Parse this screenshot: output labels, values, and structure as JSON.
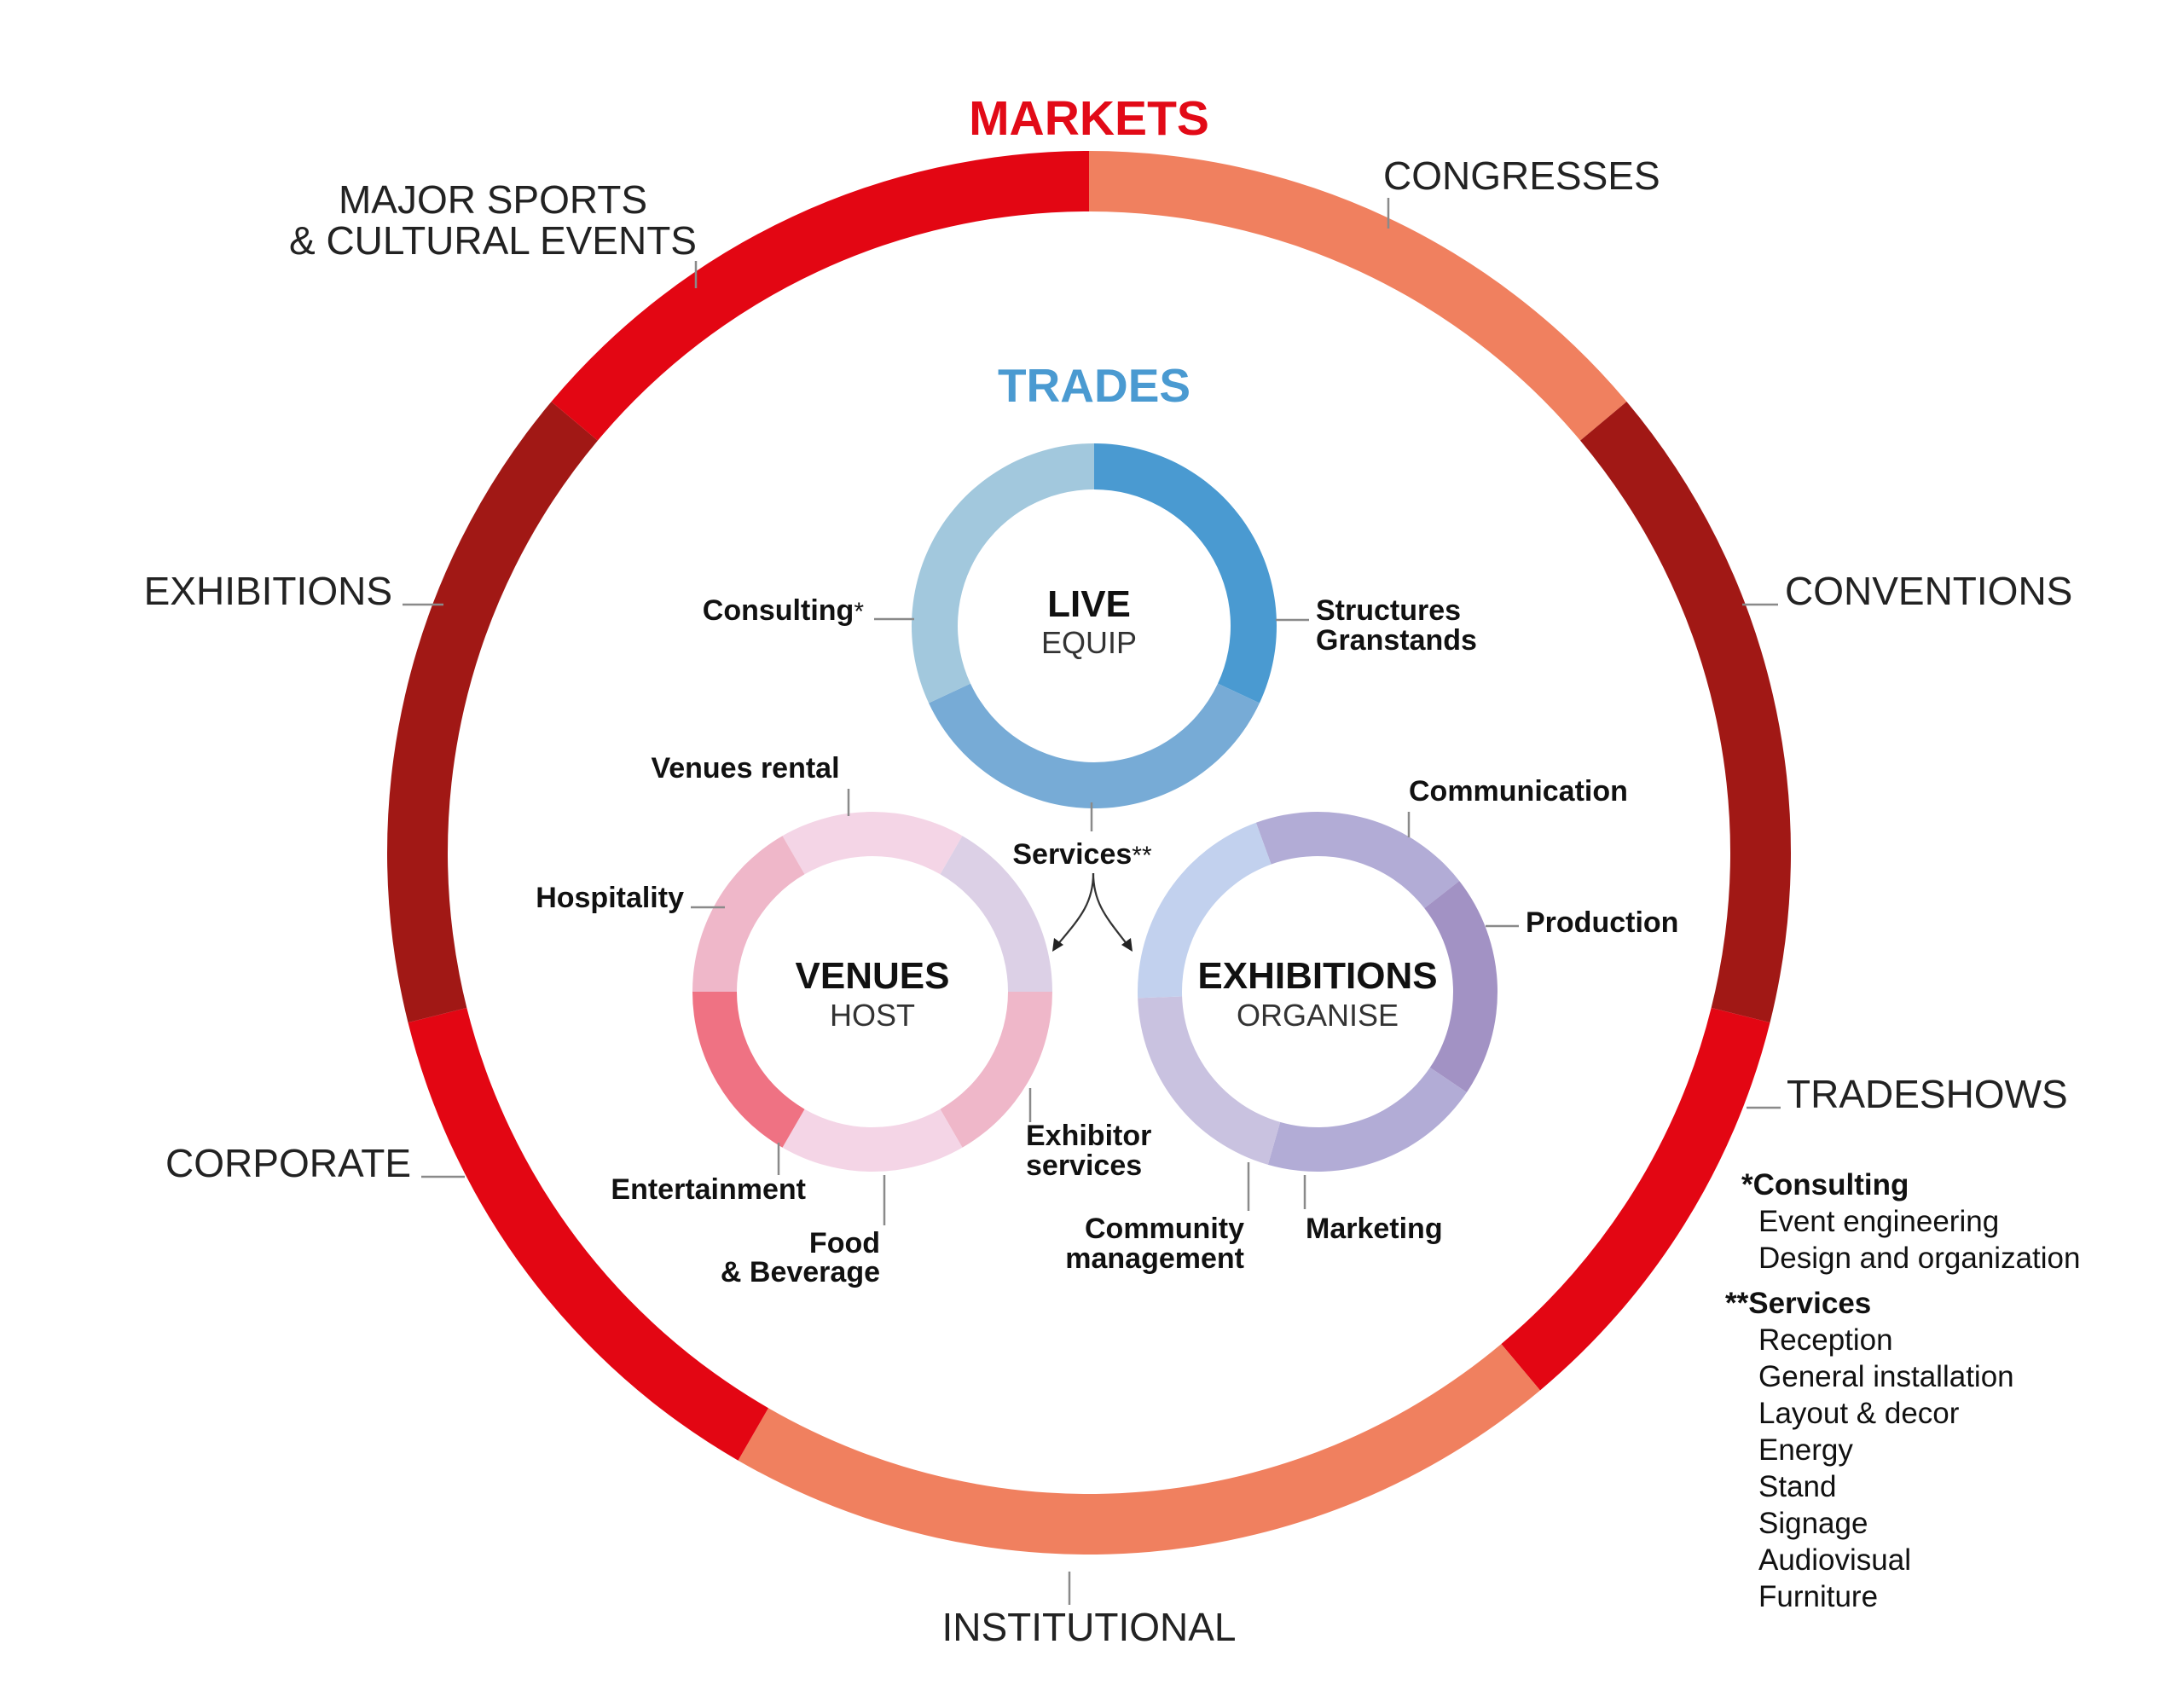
{
  "colors": {
    "markets_title": "#e20a17",
    "trades_title": "#4a9ad1",
    "bright_red": "#e30613",
    "dark_red": "#a11815",
    "salmon": "#f0805f"
  },
  "markets": {
    "title": "MARKETS",
    "segments": [
      {
        "label": "CONGRESSES",
        "color": "#f0805f"
      },
      {
        "label": "CONVENTIONS",
        "color": "#a11815"
      },
      {
        "label": "TRADESHOWS",
        "color": "#e30613"
      },
      {
        "label": "INSTITUTIONAL",
        "color": "#f0805f"
      },
      {
        "label": "CORPORATE",
        "color": "#e30613"
      },
      {
        "label": "EXHIBITIONS",
        "color": "#a11815"
      },
      {
        "label": "MAJOR SPORTS",
        "color": "#e30613"
      }
    ],
    "major_line2": "& CULTURAL EVENTS"
  },
  "trades": {
    "title": "TRADES",
    "live": {
      "name": "LIVE",
      "sub": "EQUIP",
      "consulting": "Consulting",
      "consulting_mark": "*",
      "structures": "Structures",
      "granstands": "Granstands",
      "services": "Services",
      "services_mark": "**",
      "colors": [
        "#4a9ad1",
        "#77abd6",
        "#a2c8dd"
      ]
    },
    "venues": {
      "name": "VENUES",
      "sub": "HOST",
      "items": {
        "venues_rental": "Venues rental",
        "hospitality": "Hospitality",
        "entertainment": "Entertainment",
        "food_1": "Food",
        "food_2": "& Beverage",
        "exhibitor_1": "Exhibitor",
        "exhibitor_2": "services"
      },
      "colors": [
        "#f4d5e6",
        "#dcd0e6",
        "#efb7c9",
        "#f4d5e6",
        "#ef7283",
        "#efb7c9"
      ]
    },
    "exhibitions": {
      "name": "EXHIBITIONS",
      "sub": "ORGANISE",
      "items": {
        "communication": "Communication",
        "production": "Production",
        "marketing": "Marketing",
        "community_1": "Community",
        "community_2": "management"
      },
      "colors": [
        "#b2acd6",
        "#a292c4",
        "#b2acd6",
        "#c9c2e0",
        "#c2d1ee"
      ]
    }
  },
  "notes": {
    "consulting": {
      "title": "*Consulting",
      "items": [
        "Event engineering",
        "Design and organization"
      ]
    },
    "services": {
      "title": "**Services",
      "items": [
        "Reception",
        "General installation",
        "Layout & decor",
        "Energy",
        "Stand",
        "Signage",
        "Audiovisual",
        "Furniture"
      ]
    }
  }
}
